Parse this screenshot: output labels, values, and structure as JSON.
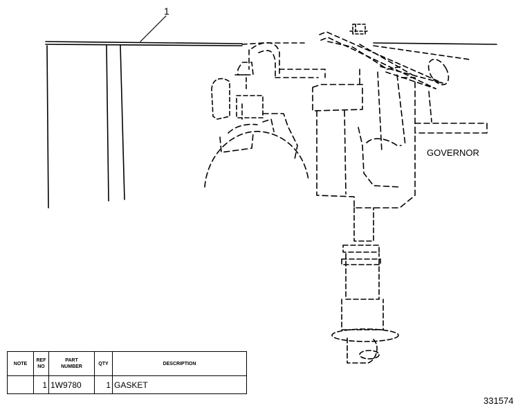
{
  "diagram": {
    "callout_number": "1",
    "part_label": "GOVERNOR",
    "figure_id": "331574"
  },
  "parts_table": {
    "headers": {
      "note": "NOTE",
      "ref_no": [
        "REF",
        "NO"
      ],
      "part_number": [
        "PART",
        "NUMBER"
      ],
      "qty": "QTY",
      "description": "DESCRIPTION"
    },
    "rows": [
      {
        "note": "",
        "ref_no": "1",
        "part_number": "1W9780",
        "qty": "1",
        "description": "GASKET"
      }
    ]
  }
}
